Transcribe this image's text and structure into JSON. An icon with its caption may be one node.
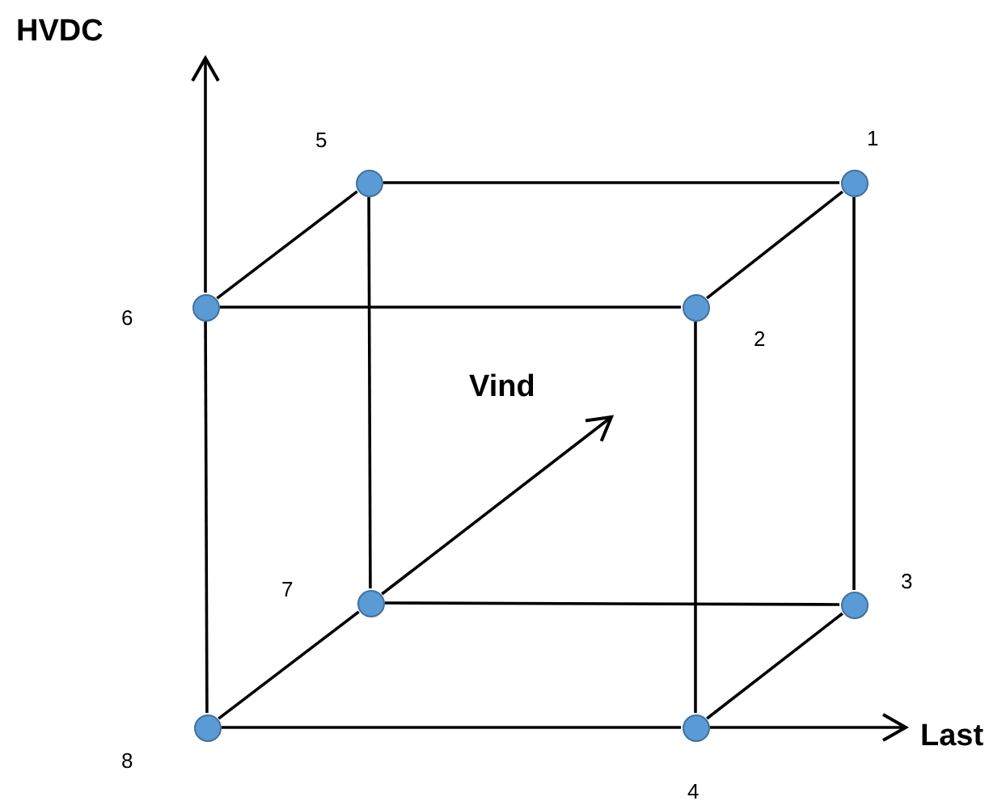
{
  "diagram": {
    "nodes": [
      {
        "text": [
          "HVDC"
        ]
      },
      {
        "text": [],
        "shape": "circle",
        "beside": [
          "5"
        ]
      },
      {
        "text": [],
        "shape": "circle",
        "beside": [
          "1"
        ]
      },
      {
        "text": [],
        "shape": "circle",
        "beside": [
          "6"
        ]
      },
      {
        "text": [],
        "shape": "circle",
        "beside": [
          "2"
        ]
      },
      {
        "text": [
          "Vind"
        ]
      },
      {
        "text": [],
        "shape": "circle",
        "beside": [
          "7"
        ]
      },
      {
        "text": [],
        "shape": "circle",
        "beside": [
          "3"
        ]
      },
      {
        "text": [],
        "shape": "circle",
        "beside": [
          "8"
        ]
      },
      {
        "text": [],
        "shape": "circle",
        "beside": [
          "4"
        ]
      },
      {
        "text": [
          "Last"
        ]
      }
    ],
    "edges": [
      {
        "from": 1,
        "to": 2,
        "arrow": "none"
      },
      {
        "from": 3,
        "to": 4,
        "arrow": "none"
      },
      {
        "from": 3,
        "to": 1,
        "arrow": "none"
      },
      {
        "from": 4,
        "to": 2,
        "arrow": "none"
      },
      {
        "from": 1,
        "to": 6,
        "arrow": "none"
      },
      {
        "from": 6,
        "to": 7,
        "arrow": "none"
      },
      {
        "from": 7,
        "to": 9,
        "arrow": "none"
      },
      {
        "from": 2,
        "to": 7,
        "arrow": "none"
      },
      {
        "from": 4,
        "to": 9,
        "arrow": "none"
      },
      {
        "from": 8,
        "to": 3,
        "arrow": "none"
      },
      {
        "from": 8,
        "to": 9,
        "arrow": "none"
      },
      {
        "from": 8,
        "to": 6,
        "arrow": "none"
      },
      {
        "from": 3,
        "to": 0,
        "arrow": "to"
      },
      {
        "from": 9,
        "to": 10,
        "arrow": "to"
      },
      {
        "from": 6,
        "to": 5,
        "arrow": "to"
      }
    ]
  }
}
